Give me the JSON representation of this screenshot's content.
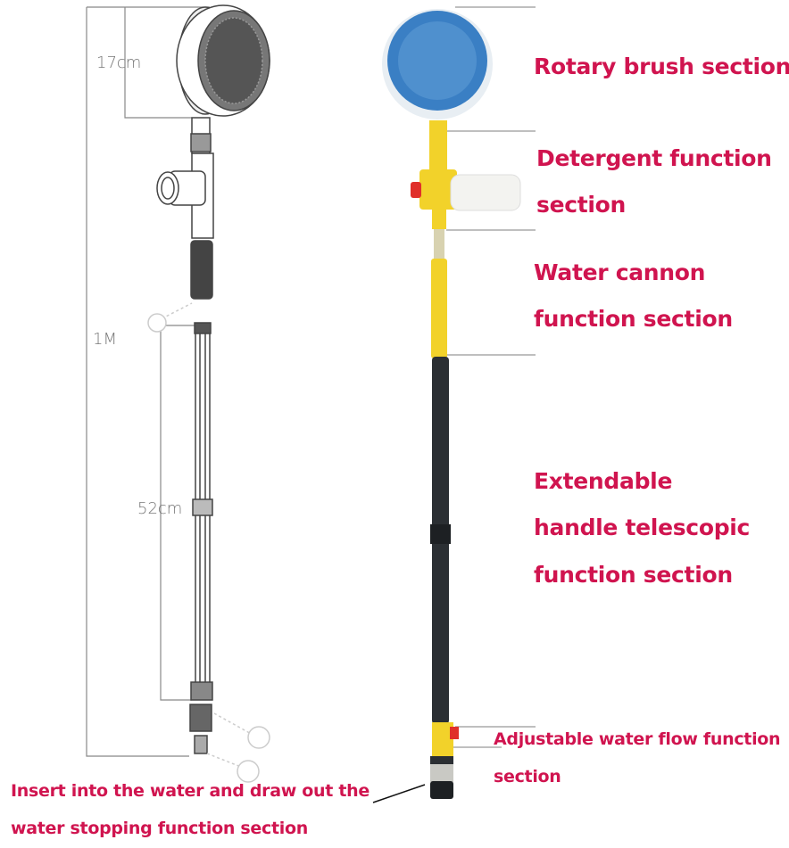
{
  "dimensions": {
    "brush_diameter": "17cm",
    "total_length": "1M",
    "pole_length": "52cm"
  },
  "labels": {
    "rotary_brush": "Rotary brush section",
    "detergent_line1": "Detergent function",
    "detergent_line2": "section",
    "water_cannon_line1": "Water cannon",
    "water_cannon_line2": "function section",
    "extendable_line1": "Extendable",
    "extendable_line2": "handle telescopic",
    "extendable_line3": "function section",
    "adjustable_line1": "Adjustable water flow function",
    "adjustable_line2": "section",
    "insert_line1": "Insert into the water and draw out the",
    "insert_line2": "water stopping function section"
  },
  "colors": {
    "label_text": "#d0144f",
    "brush_blue": "#3a7fc4",
    "handle_yellow": "#f2d22a",
    "pole_black": "#2b2f33"
  }
}
